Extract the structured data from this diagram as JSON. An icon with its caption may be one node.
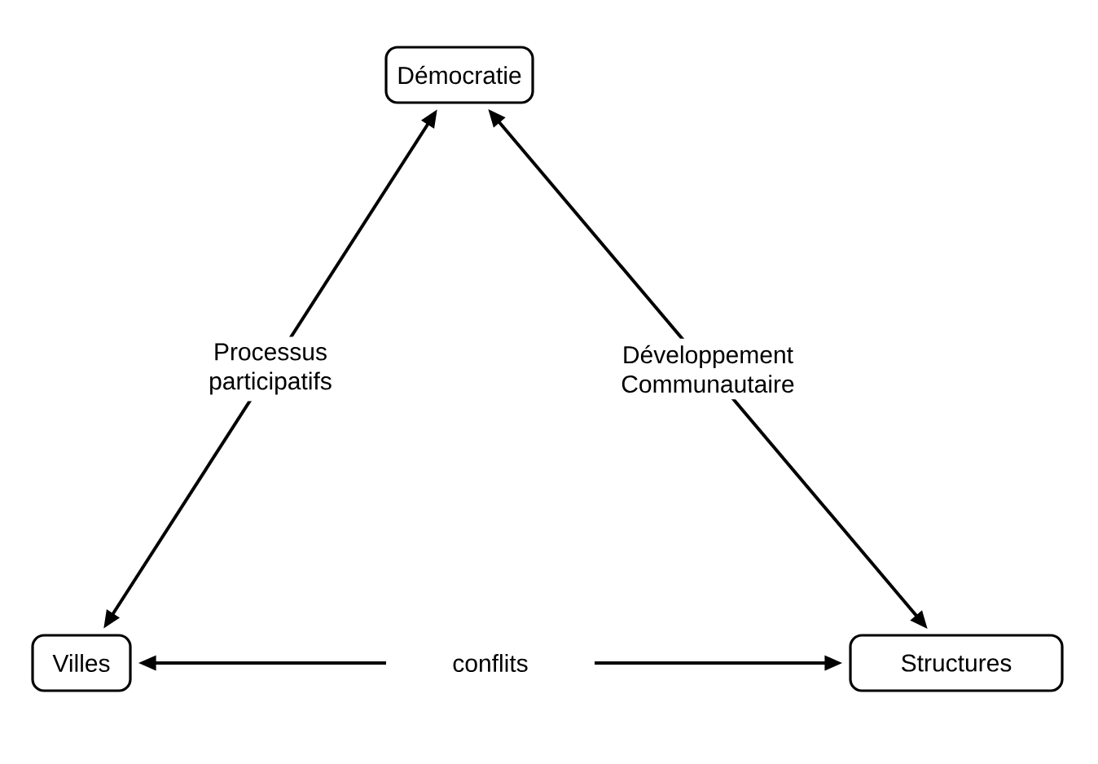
{
  "diagram": {
    "nodes": [
      {
        "text": [
          "Démocratie"
        ]
      },
      {
        "text": [
          "Villes"
        ]
      },
      {
        "text": [
          "Structures"
        ]
      }
    ],
    "edges": [
      {
        "from": 1,
        "to": 0,
        "arrow": "both",
        "label": "Processus participatifs"
      },
      {
        "from": 0,
        "to": 2,
        "arrow": "both",
        "label": "Développement Communautaire"
      },
      {
        "from": 1,
        "to": 2,
        "arrow": "both",
        "label": "conflits"
      }
    ]
  }
}
